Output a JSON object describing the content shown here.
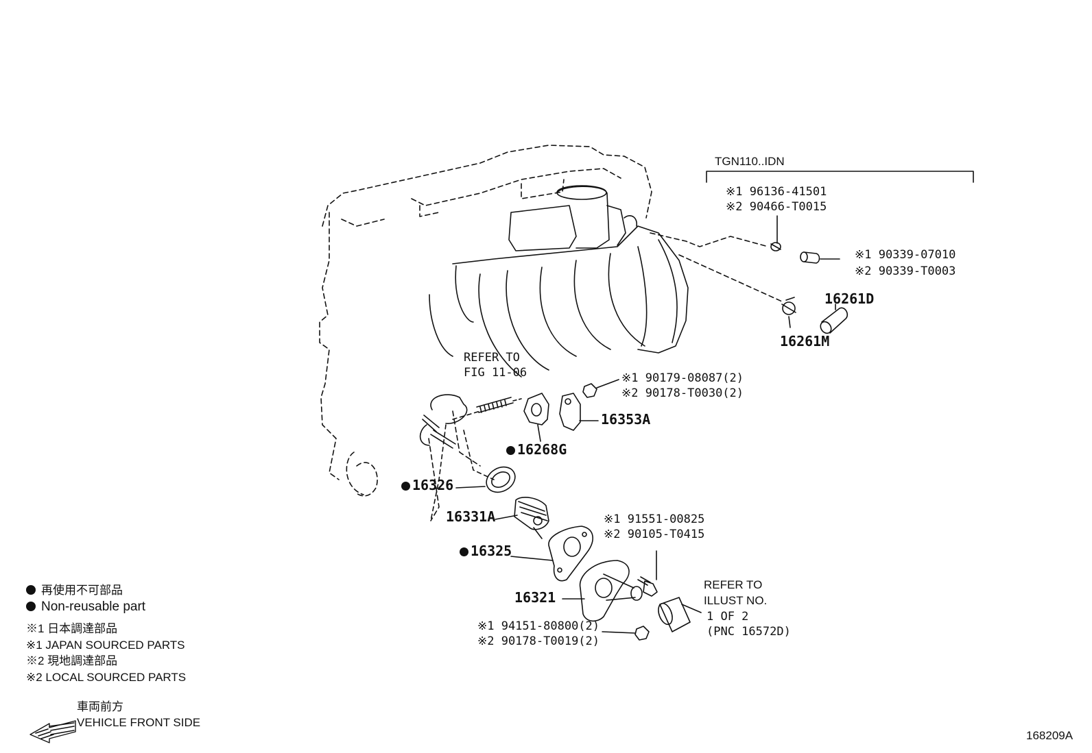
{
  "colors": {
    "ink": "#111111",
    "background": "#ffffff"
  },
  "variant": {
    "model_code": "TGN110..IDN"
  },
  "parts": {
    "p16261D": "16261D",
    "p16261M": "16261M",
    "p16353A": "16353A",
    "p16268G": "16268G",
    "p16326": "16326",
    "p16331A": "16331A",
    "p16325": "16325",
    "p16321": "16321"
  },
  "part_numbers": {
    "clip_1": "※1 96136-41501",
    "clip_2": "※2 90466-T0015",
    "plug_1": "※1 90339-07010",
    "plug_2": "※2 90339-T0003",
    "nut_1": "※1 90179-08087(2)",
    "nut_2": "※2 90178-T0030(2)",
    "bolt_1": "※1 91551-00825",
    "bolt_2": "※2 90105-T0415",
    "lower_nut_1": "※1 94151-80800(2)",
    "lower_nut_2": "※2 90178-T0019(2)"
  },
  "references": {
    "fig_line1": "REFER TO",
    "fig_line2": "FIG 11-06",
    "illust_line1": "REFER TO",
    "illust_line2": "ILLUST NO.",
    "illust_line3": "1 OF 2",
    "illust_line4": "(PNC 16572D)"
  },
  "legend": {
    "non_reusable_jp": "再使用不可部品",
    "non_reusable_en": "Non-reusable part",
    "japan_jp": "※1 日本調達部品",
    "japan_en": "※1 JAPAN SOURCED PARTS",
    "local_jp": "※2 現地調達部品",
    "local_en": "※2 LOCAL SOURCED PARTS",
    "front_jp": "車両前方",
    "front_en": "VEHICLE FRONT SIDE"
  },
  "figure_id": "168209A"
}
